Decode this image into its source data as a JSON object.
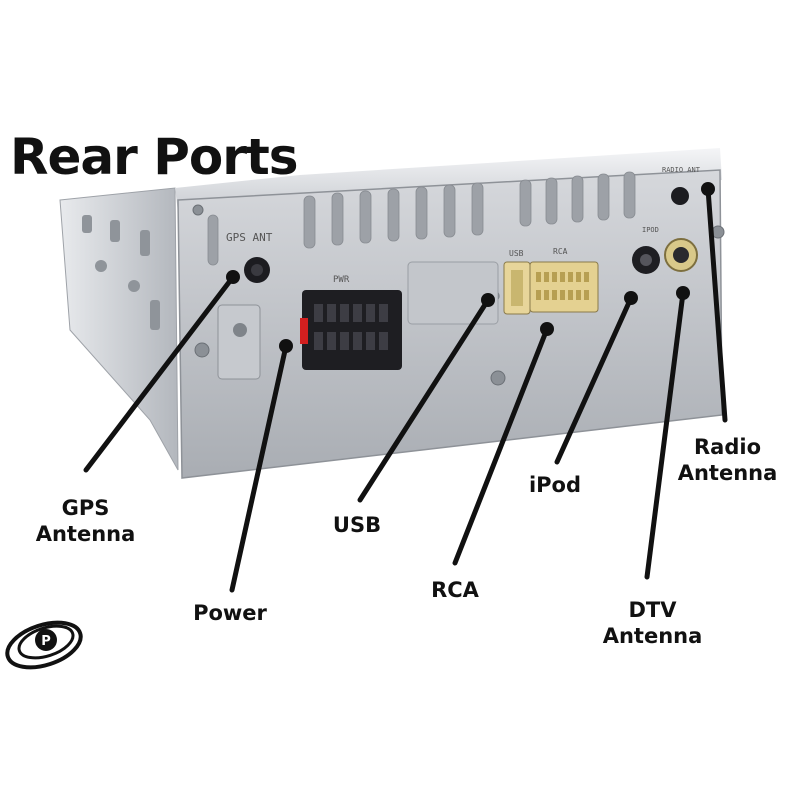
{
  "title": "Rear Ports",
  "colors": {
    "chassis": "#b9bcc1",
    "chassis_shadow": "#9a9ea4",
    "connector_black": "#1e1e22",
    "connector_red": "#d21f1f",
    "connector_gold": "#e4d191",
    "callout": "#111111"
  },
  "chassis_markings": {
    "gps": "GPS ANT",
    "power": "PWR",
    "usb": "USB",
    "rca": "RCA",
    "ipod": "IPOD",
    "radio": "RADIO ANT"
  },
  "callouts": [
    {
      "id": "gps-antenna",
      "lines": [
        "GPS",
        "Antenna"
      ]
    },
    {
      "id": "power",
      "lines": [
        "Power"
      ]
    },
    {
      "id": "usb",
      "lines": [
        "USB"
      ]
    },
    {
      "id": "rca",
      "lines": [
        "RCA"
      ]
    },
    {
      "id": "ipod",
      "lines": [
        "iPod"
      ]
    },
    {
      "id": "dtv-antenna",
      "lines": [
        "DTV",
        "Antenna"
      ]
    },
    {
      "id": "radio-antenna",
      "lines": [
        "Radio",
        "Antenna"
      ]
    }
  ],
  "logo": {
    "icon": "brand-swirl-logo",
    "letter": "P"
  }
}
